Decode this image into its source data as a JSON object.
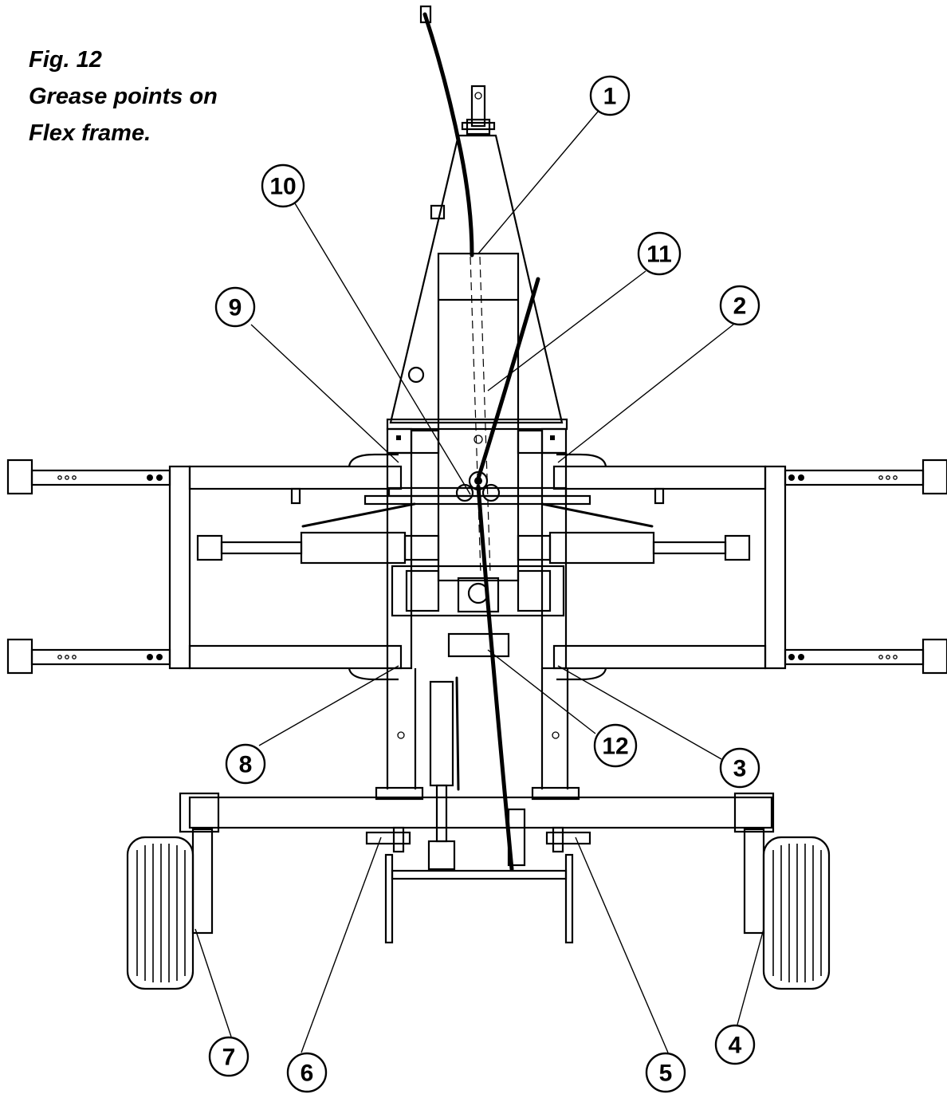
{
  "caption": {
    "line1": "Fig. 12",
    "line2": "Grease points on",
    "line3": "Flex frame."
  },
  "callouts": [
    "1",
    "2",
    "3",
    "4",
    "5",
    "6",
    "7",
    "8",
    "9",
    "10",
    "11",
    "12"
  ],
  "colors": {
    "ink": "#000000",
    "paper": "#ffffff"
  }
}
